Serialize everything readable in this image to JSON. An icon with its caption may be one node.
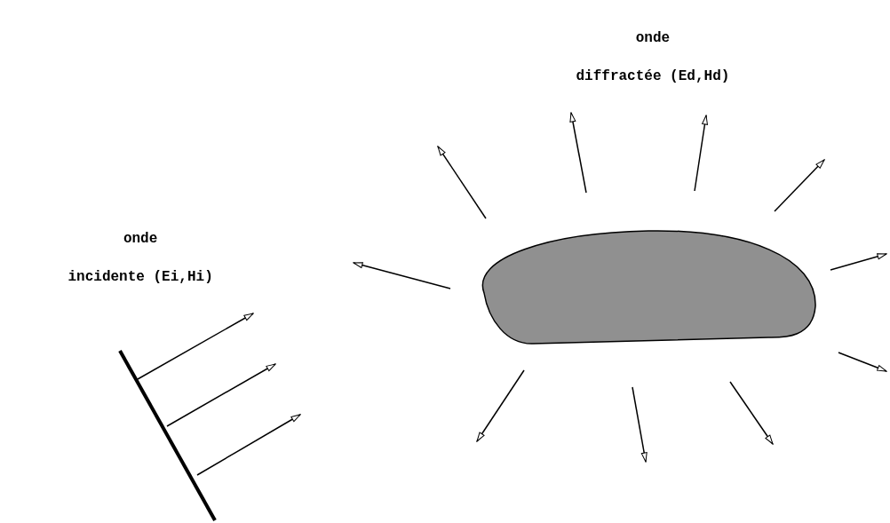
{
  "diagram": {
    "nodes": [
      {
        "text": [],
        "shape": "blob"
      }
    ],
    "labels": [
      "onde diffractée (Ed,Hd)",
      "onde incidente (Ei,Hi)"
    ]
  }
}
